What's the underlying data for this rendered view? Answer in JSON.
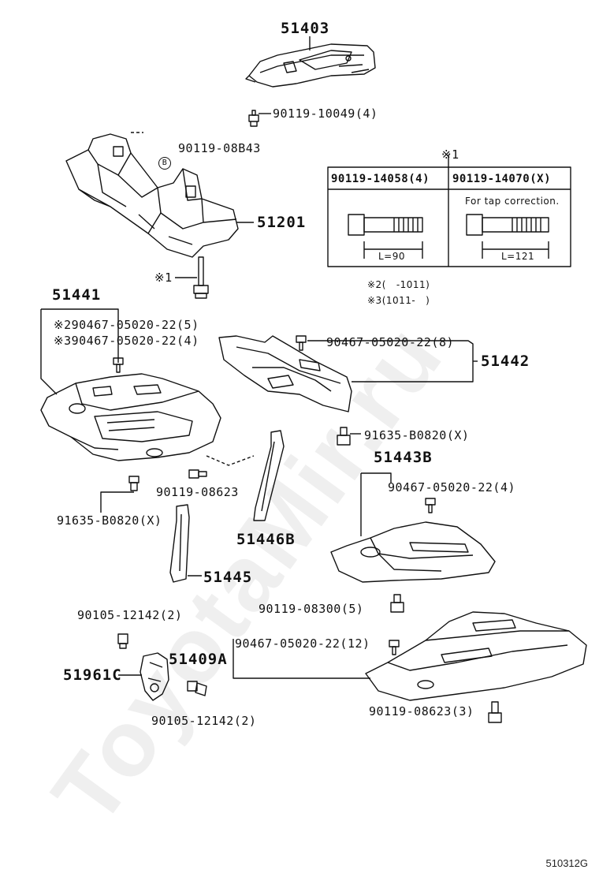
{
  "watermark": "ToyotaMir.ru",
  "diagram_code": "510312G",
  "parts": {
    "p51403": "51403",
    "p51201": "51201",
    "p51441": "51441",
    "p51442": "51442",
    "p51443b": "51443B",
    "p51446b": "51446B",
    "p51445": "51445",
    "p51409a": "51409A",
    "p51961c": "51961C"
  },
  "fasteners": {
    "f_10049": "90119-10049(4)",
    "f_08b43": "90119-08B43",
    "f_08b43_marker": "B",
    "f_note1": "※1",
    "f_x2": "※290467-05020-22(5)",
    "f_x3": "※390467-05020-22(4)",
    "f_05020_8": "90467-05020-22(8)",
    "f_b0820_x_right": "91635-B0820(X)",
    "f_08623": "90119-08623",
    "f_b0820_x_left": "91635-B0820(X)",
    "f_05020_4": "90467-05020-22(4)",
    "f_08300": "90119-08300(5)",
    "f_12142_top": "90105-12142(2)",
    "f_05020_12": "90467-05020-22(12)",
    "f_12142_bottom": "90105-12142(2)",
    "f_08623_3": "90119-08623(3)"
  },
  "bolt_table": {
    "header_mark": "※1",
    "col1_header": "90119-14058(4)",
    "col2_header": "90119-14070(X)",
    "col2_note": "For tap correction.",
    "col1_length": "L=90",
    "col2_length": "L=121"
  },
  "notes": {
    "n2": "※2(   -1011)",
    "n3": "※3(1011-   )"
  }
}
